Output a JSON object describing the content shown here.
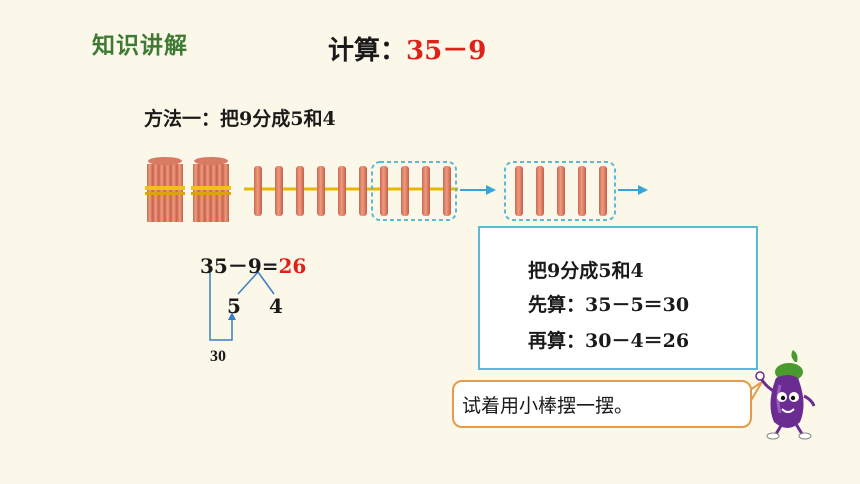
{
  "header": {
    "section_title": "知识讲解",
    "calc_label": "计算：",
    "calc_expr": "35－9"
  },
  "method": {
    "title": "方法一：把9分成5和4"
  },
  "sticks": {
    "bundles": 2,
    "loose_in_row": 10,
    "moved": 5,
    "stick_color": "#e8836a",
    "band_color": "#f2c21b",
    "dashed_color": "#59b9d6"
  },
  "equation": {
    "left": "35－9=",
    "result": "26",
    "split_a": "5",
    "split_b": "4",
    "intermediate": "30"
  },
  "infobox": {
    "line1": "把9分成5和4",
    "line2": "先算：35－5＝30",
    "line3": "再算：30－4＝26"
  },
  "bubble": {
    "text": "试着用小棒摆一摆。"
  },
  "colors": {
    "background": "#fbf8e9",
    "title_green": "#3f7a34",
    "accent_red": "#e0211a",
    "box_border": "#59b9d6",
    "bubble_border": "#e59b48"
  }
}
